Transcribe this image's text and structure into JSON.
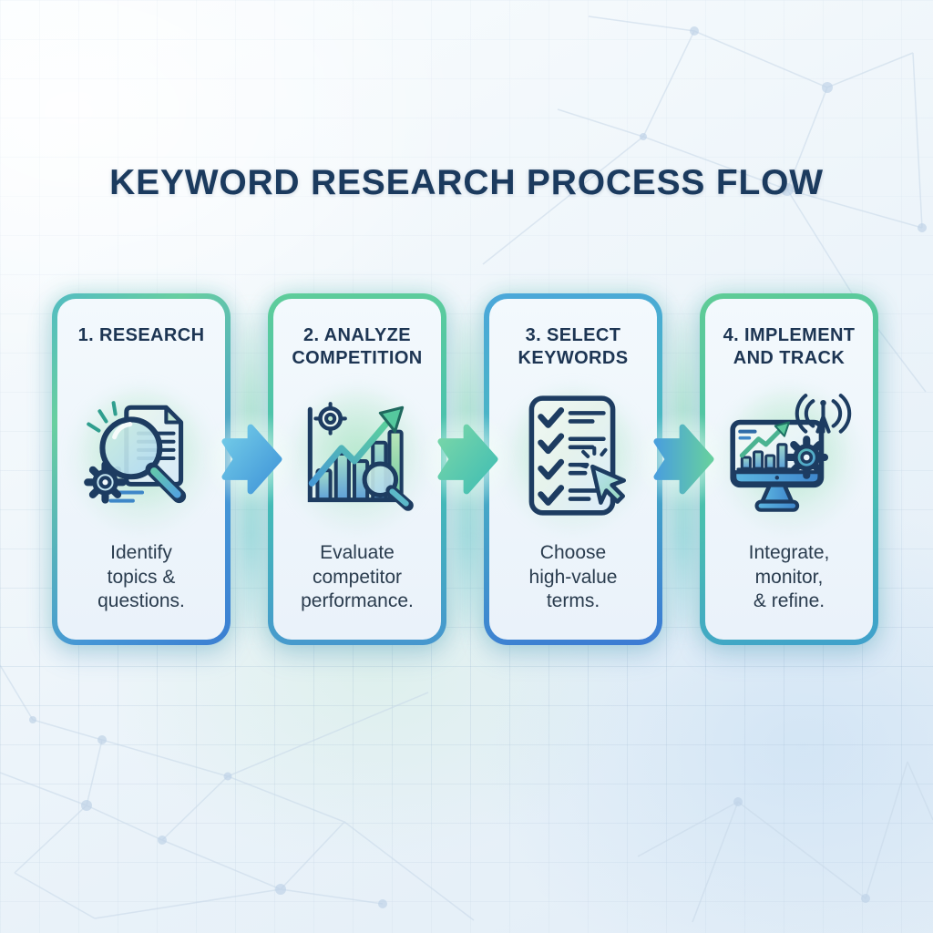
{
  "title": "KEYWORD RESEARCH PROCESS FLOW",
  "steps": [
    {
      "title": "1. RESEARCH",
      "description": "Identify\ntopics &\nquestions.",
      "icon": "magnifier-document-gear-icon"
    },
    {
      "title": "2. ANALYZE\nCOMPETITION",
      "description": "Evaluate\ncompetitor\nperformance.",
      "icon": "bar-chart-target-magnifier-icon"
    },
    {
      "title": "3. SELECT\nKEYWORDS",
      "description": "Choose\nhigh-value\nterms.",
      "icon": "checklist-cursor-icon"
    },
    {
      "title": "4. IMPLEMENT\nAND TRACK",
      "description": "Integrate,\nmonitor,\n& refine.",
      "icon": "monitor-antenna-gear-icon"
    }
  ],
  "colors": {
    "navy": "#1d3c61",
    "blue": "#4196d8",
    "teal": "#42bdb2",
    "green": "#5ecd9a",
    "card_background": "#edf4fa",
    "page_background": "#eef5fb"
  }
}
